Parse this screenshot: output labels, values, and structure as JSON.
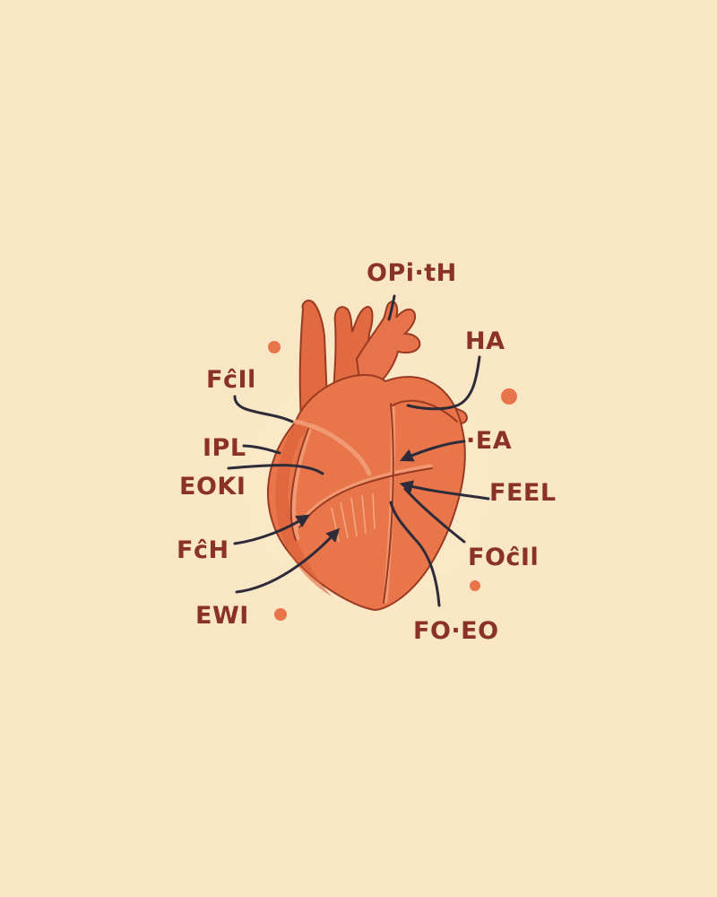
{
  "labels": {
    "top_center": "OPi·tH",
    "top_right": "HA",
    "left_upper": "FĉIl",
    "right_upper": "·EA",
    "left_mid": "IPL",
    "left_mid_lower": "EOKI",
    "right_mid": "FEEL",
    "left_lower": "FĉH",
    "right_lower": "FOĉIl",
    "left_bottom": "EWI",
    "bottom_right": "FO·EO"
  },
  "colors": {
    "background": "#f9e6c4",
    "heart_fill": "#e9764a",
    "heart_dark": "#d85c36",
    "label_text": "#8a3226",
    "arrow": "#2d2b3a",
    "dot": "#e8744a"
  }
}
